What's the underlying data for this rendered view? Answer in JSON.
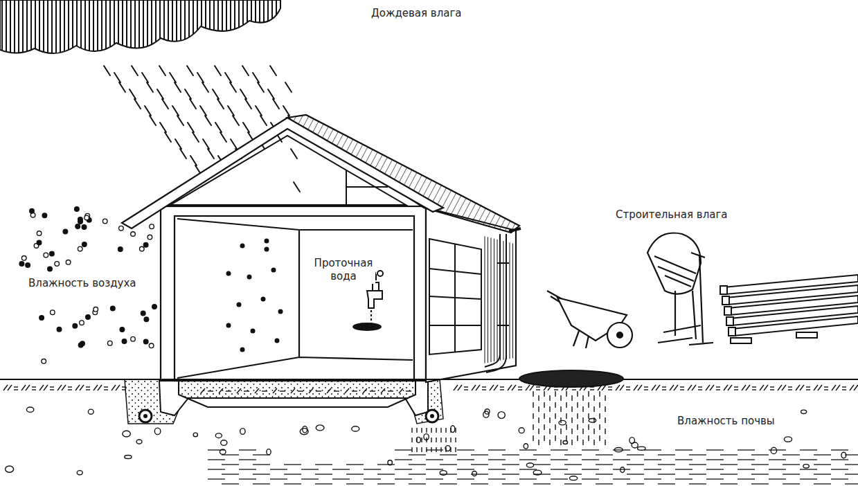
{
  "diagram": {
    "labels": [
      "Дождевая влага",
      "Строительная влага",
      "Проточная вода",
      "Влажность воздуха",
      "Влажность почвы"
    ]
  }
}
